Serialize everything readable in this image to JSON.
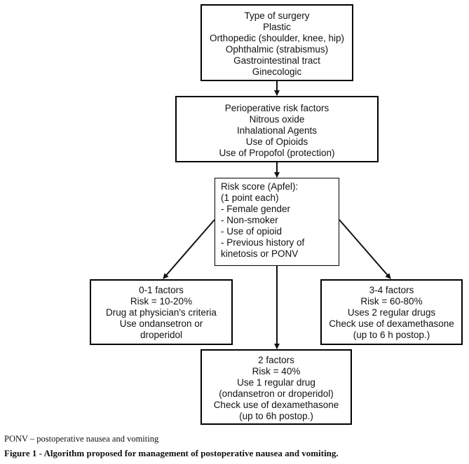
{
  "surgery": {
    "lines": [
      "Type of surgery",
      "Plastic",
      "Orthopedic (shoulder, knee, hip)",
      "Ophthalmic (strabismus)",
      "Gastrointestinal  tract",
      "Ginecologic"
    ]
  },
  "risk_factors": {
    "lines": [
      "Perioperative risk factors",
      "Nitrous oxide",
      "Inhalational Agents",
      "Use of Opioids",
      "Use of Propofol (protection)"
    ]
  },
  "apfel": {
    "lines": [
      "Risk score (Apfel):",
      "(1 point each)",
      "- Female gender",
      "- Non-smoker",
      "- Use of opioid",
      "- Previous history of",
      "kinetosis or PONV"
    ]
  },
  "low_risk": {
    "lines": [
      "0-1 factors",
      "Risk = 10-20%",
      "Drug at physician's criteria",
      "Use ondansetron or",
      "droperidol"
    ]
  },
  "high_risk": {
    "lines": [
      "3-4 factors",
      "Risk = 60-80%",
      "Uses 2 regular drugs",
      "Check use of dexamethasone",
      "(up to 6 h postop.)"
    ]
  },
  "mid_risk": {
    "lines": [
      "2 factors",
      "Risk = 40%",
      "Use 1 regular drug",
      "(ondansetron or droperidol)",
      "Check use of dexamethasone",
      "(up to 6h postop.)"
    ]
  },
  "footnote": "PONV – postoperative nausea and vomiting",
  "caption": "Figure 1 - Algorithm proposed for management of postoperative nausea and vomiting."
}
